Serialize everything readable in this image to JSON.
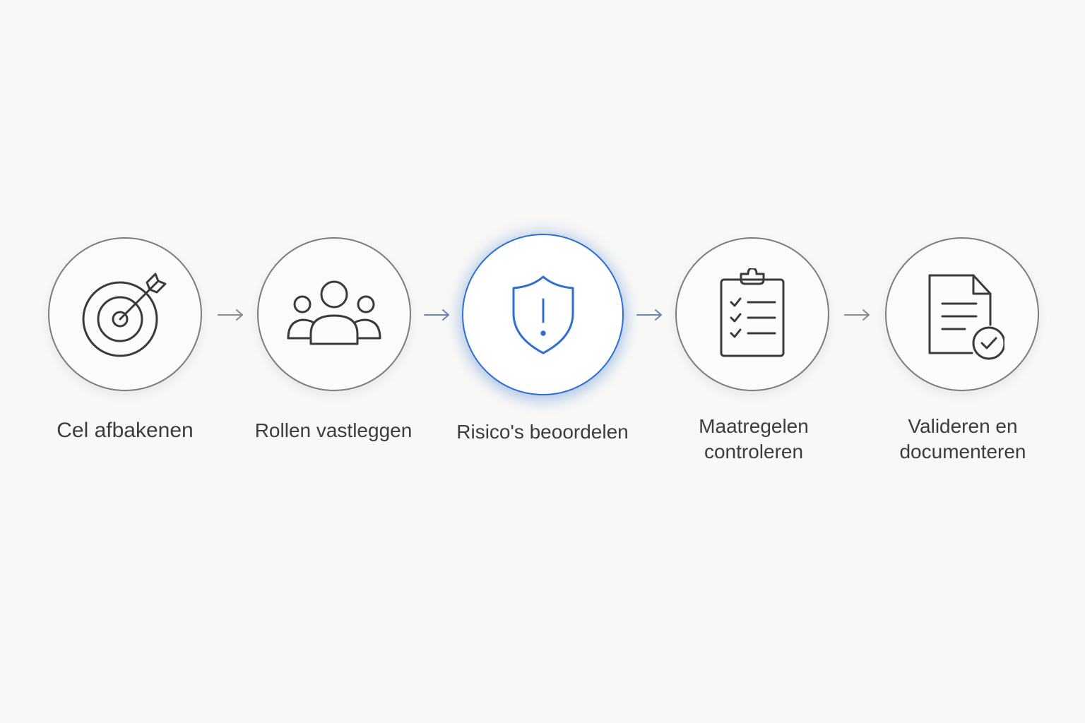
{
  "colors": {
    "background": "#f8f8f6",
    "circle_border": "#7d7d7d",
    "active_accent": "#2f6fd0",
    "icon_stroke": "#3a3a3a",
    "arrow": "#8a8a8a",
    "label_text": "#3c3c3c"
  },
  "steps": [
    {
      "label": "Cel afbakenen",
      "icon": "target-icon",
      "active": false
    },
    {
      "label": "Rollen vastleggen",
      "icon": "users-icon",
      "active": false
    },
    {
      "label": "Risico's beoordelen",
      "icon": "shield-alert-icon",
      "active": true
    },
    {
      "label": "Maatregelen\ncontroleren",
      "icon": "clipboard-checklist-icon",
      "active": false
    },
    {
      "label": "Valideren en\ndocumenteren",
      "icon": "document-check-icon",
      "active": false
    }
  ],
  "connectors": [
    "arrow-right-icon",
    "arrow-right-icon",
    "arrow-right-icon",
    "arrow-right-icon"
  ]
}
